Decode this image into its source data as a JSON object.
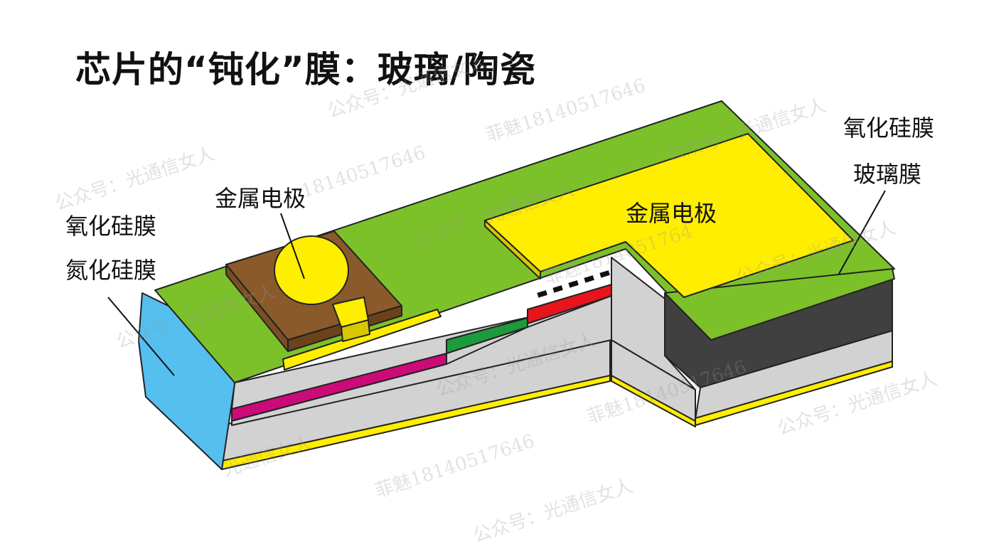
{
  "title": "芯片的“钝化”膜：玻璃/陶瓷",
  "labels": {
    "left_oxide": "氧化硅膜",
    "left_nitride": "氮化硅膜",
    "metal_electrode_left": "金属电极",
    "metal_electrode_right": "金属电极",
    "right_oxide": "氧化硅膜",
    "right_glass": "玻璃膜"
  },
  "watermarks": [
    "公众号：光通信女人",
    "菲魅18140517646",
    "公众号：光通信女人",
    "18140517646",
    "公众号：光通信女人",
    "公众号：光通信女人",
    "菲魅1814051764",
    "公众号：光通信女人",
    "公众号：光通信女人",
    "菲魅18140517646",
    "公众号：光通信女人",
    "菲魅18140517646",
    "公众号：光通信女人",
    "光通信女人",
    "公众号：光通信女人"
  ],
  "colors": {
    "passivation_green": "#7dc12a",
    "metal_yellow": "#ffee00",
    "pad_brown": "#8a5a2b",
    "oxide_blue": "#55bff0",
    "layer_gray": "#d2d2d2",
    "magenta": "#cc0a78",
    "dark_green": "#1d9a3c",
    "red": "#e8141c",
    "dark_gray": "#404040"
  }
}
